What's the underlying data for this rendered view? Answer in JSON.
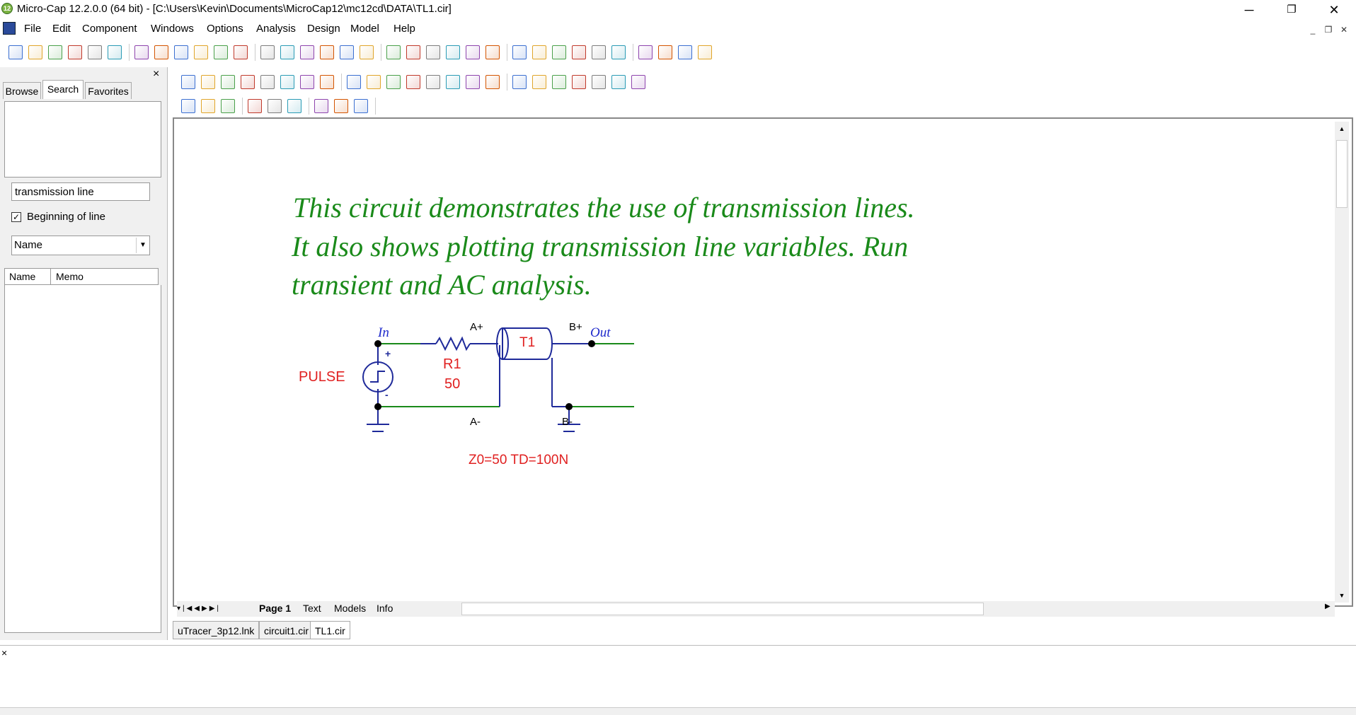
{
  "window": {
    "title": "Micro-Cap 12.2.0.0 (64 bit) - [C:\\Users\\Kevin\\Documents\\MicroCap12\\mc12cd\\DATA\\TL1.cir]",
    "app_icon_text": "12",
    "minimize": "─",
    "restore": "❐",
    "close": "✕"
  },
  "menu": {
    "items": [
      "File",
      "Edit",
      "Component",
      "Windows",
      "Options",
      "Analysis",
      "Design",
      "Model",
      "Help"
    ],
    "mdi_minimize": "_",
    "mdi_restore": "❐",
    "mdi_close": "✕"
  },
  "left_panel": {
    "close": "×",
    "tabs": [
      "Browse",
      "Search",
      "Favorites"
    ],
    "active_tab": "Search",
    "search_value": "transmission line",
    "beginning_of_line_label": "Beginning of line",
    "beginning_of_line_checked": true,
    "sort_by": "Name",
    "columns": [
      "Name",
      "Memo"
    ]
  },
  "schematic": {
    "note_lines": [
      "This circuit demonstrates the use of transmission lines.",
      "It also shows plotting transmission line variables. Run",
      "transient and AC analysis."
    ],
    "labels": {
      "in": "In",
      "out": "Out",
      "a_plus": "A+",
      "b_plus": "B+",
      "a_minus": "A-",
      "b_minus": "B-",
      "plus": "+",
      "minus": "-",
      "pulse": "PULSE",
      "r1_name": "R1",
      "r1_value": "50",
      "t1_name": "T1",
      "t1_params": "Z0=50 TD=100N"
    },
    "colors": {
      "note": "#1a8a1a",
      "wire": "#1a8a1a",
      "component": "#1f2a9a",
      "component_text": "#e02020",
      "node_text": "#1f2acc"
    }
  },
  "page_tabs": [
    "Page 1",
    "Text",
    "Models",
    "Info"
  ],
  "active_page_tab": "Page 1",
  "file_tabs": [
    "uTracer_3p12.lnk",
    "circuit1.cir",
    "TL1.cir"
  ],
  "active_file_tab": "TL1.cir",
  "toolbar_icons": {
    "row1_left": [
      "new-icon",
      "open-icon",
      "save-icon",
      "refresh-icon",
      "print-preview-icon",
      "print-icon",
      "undo-icon",
      "redo-icon",
      "cut-icon",
      "copy-icon",
      "paste-icon",
      "delete-icon",
      "select-all-icon",
      "ground-icon",
      "wire-icon",
      "capacitor-icon",
      "resistor-icon",
      "diode-icon",
      "transistor-icon",
      "battery-icon",
      "opamp-icon",
      "macro-icon",
      "inductor-icon",
      "source-icon",
      "gate-icon",
      "window-tile-icon",
      "columns-icon",
      "rows-icon",
      "cascade-icon",
      "maximize-icon",
      "calculator-icon",
      "panel-icon",
      "image-icon",
      "globe-icon"
    ],
    "row2": [
      "pointer-icon",
      "hand-icon",
      "wire-mode-icon",
      "text-icon",
      "pen-icon",
      "line-icon",
      "bus-icon",
      "shape-icon",
      "flag-icon",
      "grid-icon",
      "info-icon",
      "help-icon",
      "probe-icon",
      "check-icon",
      "node-numbers-icon",
      "pin-icon",
      "attribute-icon",
      "warning-icon",
      "cross-icon",
      "grid-toggle-icon",
      "zoom-in-icon",
      "zoom-out-icon",
      "fit-icon"
    ],
    "row3": [
      "align-grid-icon",
      "font-icon",
      "color-icon",
      "align-left-icon",
      "align-center-icon",
      "align-right-icon",
      "align-top-icon",
      "distribute-icon",
      "align-bottom-icon"
    ]
  }
}
